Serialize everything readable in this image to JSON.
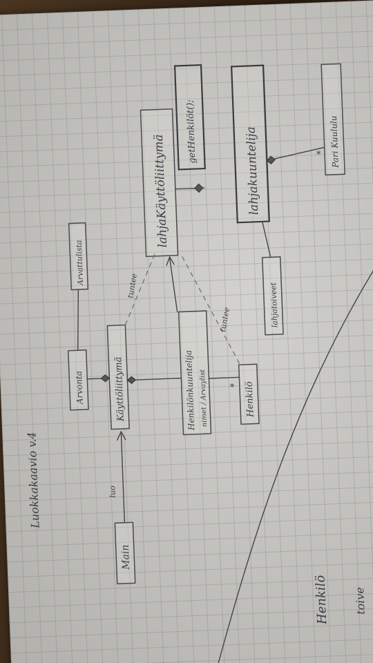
{
  "heading": "Luokkakaavio v.4",
  "classes": {
    "main": "Main",
    "kayttoliittyma": "Käyttöliittymä",
    "arvonta": "Arvonta",
    "arvattulista": "Arvattulista",
    "henkilonkuuntelija": "Henkilönkuuntelija",
    "henkilo": "Henkilö",
    "lahjakayttoliittyma": "lahjaKäyttöliittymä",
    "gethenkilot": "getHenkilöt();",
    "lahjakuuntelija": "lahjakuuntelija",
    "lahjatoiveet": "lahjatoiveet",
    "parikuulula": "Pari Kuululu"
  },
  "labels": {
    "luo": "luo",
    "tuntee1": "tuntee",
    "tuntee2": "tuntee",
    "multiplicity_henkilo": "*",
    "multiplicity_pari": "*",
    "henkilonkuuntelija_attrs": "nimet / Arvaylist"
  },
  "notes": {
    "henkilo": "Henkilö",
    "toive": "toive"
  }
}
